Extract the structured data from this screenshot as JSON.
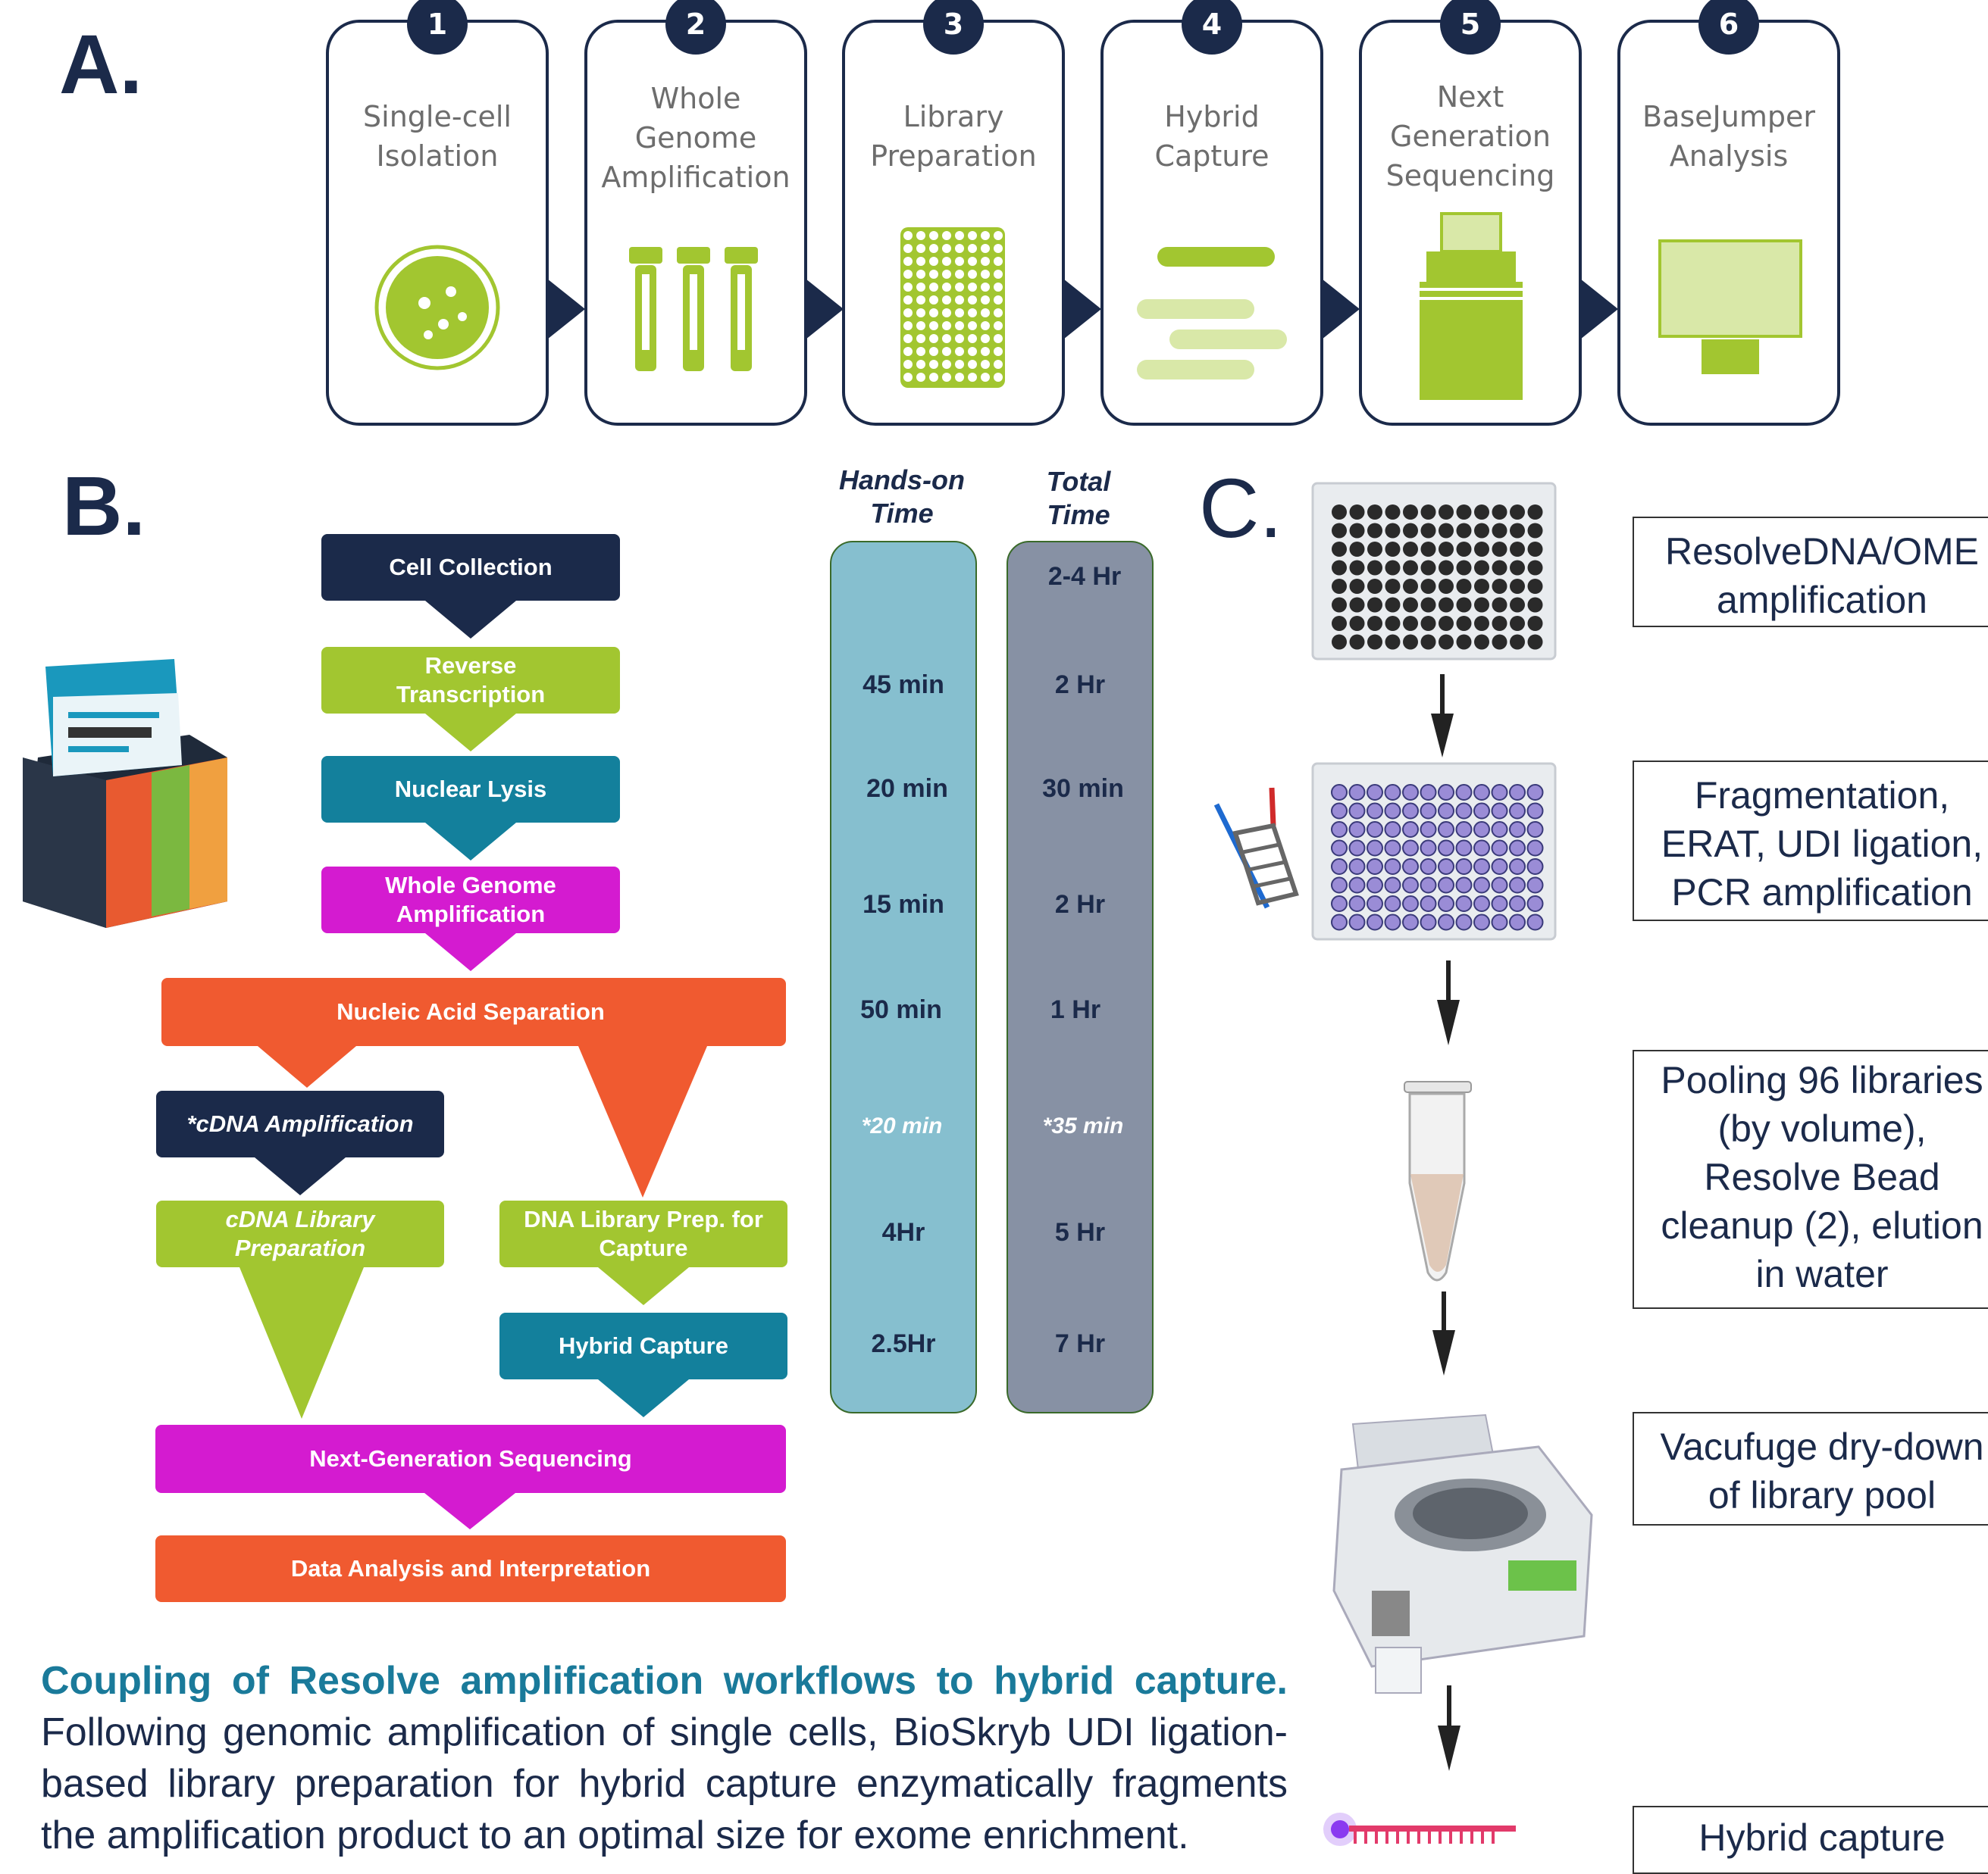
{
  "panel_a": {
    "letter": "A.",
    "steps": [
      {
        "number": "1",
        "label": "Single-cell\nIsolation",
        "icon": "cell-icon"
      },
      {
        "number": "2",
        "label": "Whole\nGenome\nAmplification",
        "icon": "tubes-icon"
      },
      {
        "number": "3",
        "label": "Library\nPreparation",
        "icon": "plate-icon"
      },
      {
        "number": "4",
        "label": "Hybrid\nCapture",
        "icon": "capture-bars-icon"
      },
      {
        "number": "5",
        "label": "Next\nGeneration\nSequencing",
        "icon": "sequencer-icon"
      },
      {
        "number": "6",
        "label": "BaseJumper\nAnalysis",
        "icon": "monitor-icon"
      }
    ]
  },
  "panel_b": {
    "letter": "B.",
    "boxes": {
      "cell_collection": "Cell Collection",
      "reverse_transcription": "Reverse\nTranscription",
      "nuclear_lysis": "Nuclear Lysis",
      "wga": "Whole Genome\nAmplification",
      "nucleic_acid_separation": "Nucleic Acid Separation",
      "cdna_amplification": "*cDNA Amplification",
      "cdna_library": "cDNA Library\nPreparation",
      "dna_library": "DNA Library Prep. for\nCapture",
      "hybrid_capture": "Hybrid Capture",
      "ngs": "Next-Generation Sequencing",
      "data_analysis": "Data Analysis and Interpretation"
    },
    "hands_on_title": "Hands-on\nTime",
    "total_title": "Total\nTime",
    "hands_on_times": [
      "45 min",
      "20 min",
      "15 min",
      "50 min",
      "*20 min",
      "4Hr",
      "2.5Hr"
    ],
    "total_times": [
      "2-4 Hr",
      "2 Hr",
      "30 min",
      "2 Hr",
      "1 Hr",
      "*35 min",
      "5 Hr",
      "7 Hr"
    ]
  },
  "panel_c": {
    "letter": "C.",
    "steps": [
      "ResolveDNA/OME\namplification",
      "Fragmentation,\nERAT, UDI ligation,\nPCR amplification",
      "Pooling 96 libraries\n(by volume),\nResolve Bead\ncleanup (2), elution\nin water",
      "Vacufuge dry-down\nof library pool",
      "Hybrid capture"
    ]
  },
  "caption": {
    "title": "Coupling of Resolve amplification workflows to hybrid capture.",
    "body": "Following genomic amplification of single cells, BioSkryb UDI ligation-based library preparation for hybrid capture enzymatically fragments the amplification product to an optimal size for exome enrichment."
  },
  "colors": {
    "navy": "#1b2a4a",
    "green": "#a2c630",
    "teal": "#13809c",
    "magenta": "#d41bd0",
    "orange": "#f05a30",
    "hands_on_col": "#86bfcf",
    "total_col": "#8791a4"
  }
}
